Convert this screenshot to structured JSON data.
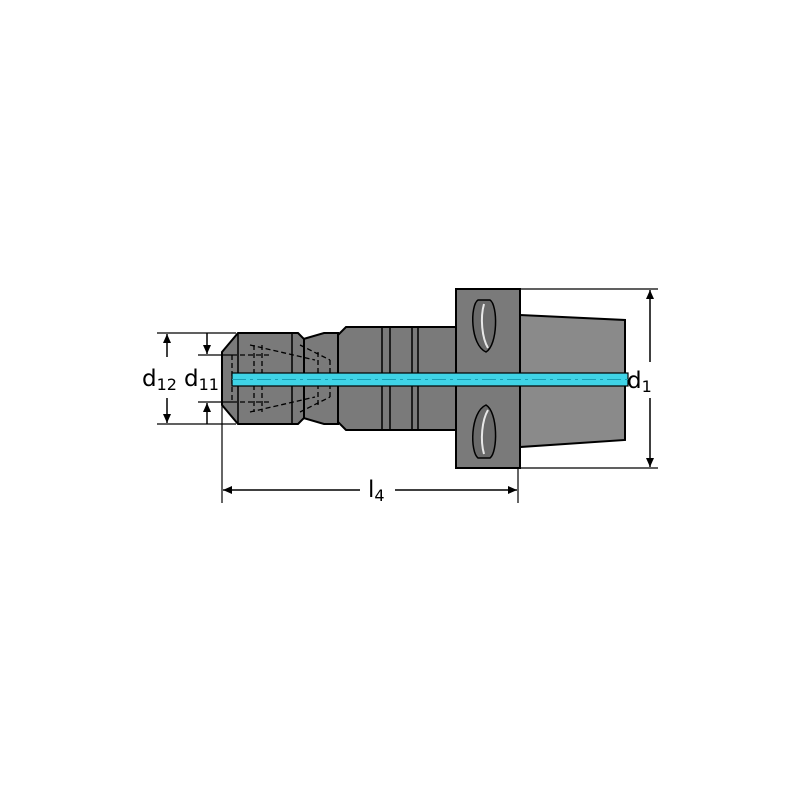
{
  "labels": {
    "d12": {
      "base": "d",
      "sub": "12"
    },
    "d11": {
      "base": "d",
      "sub": "11"
    },
    "d1": {
      "base": "d",
      "sub": "1"
    },
    "l4": {
      "base": "l",
      "sub": "4"
    }
  },
  "colors": {
    "body": "#7a7a7a",
    "coolant_channel": "#3fd3e6",
    "line": "#000000",
    "background": "#ffffff"
  }
}
